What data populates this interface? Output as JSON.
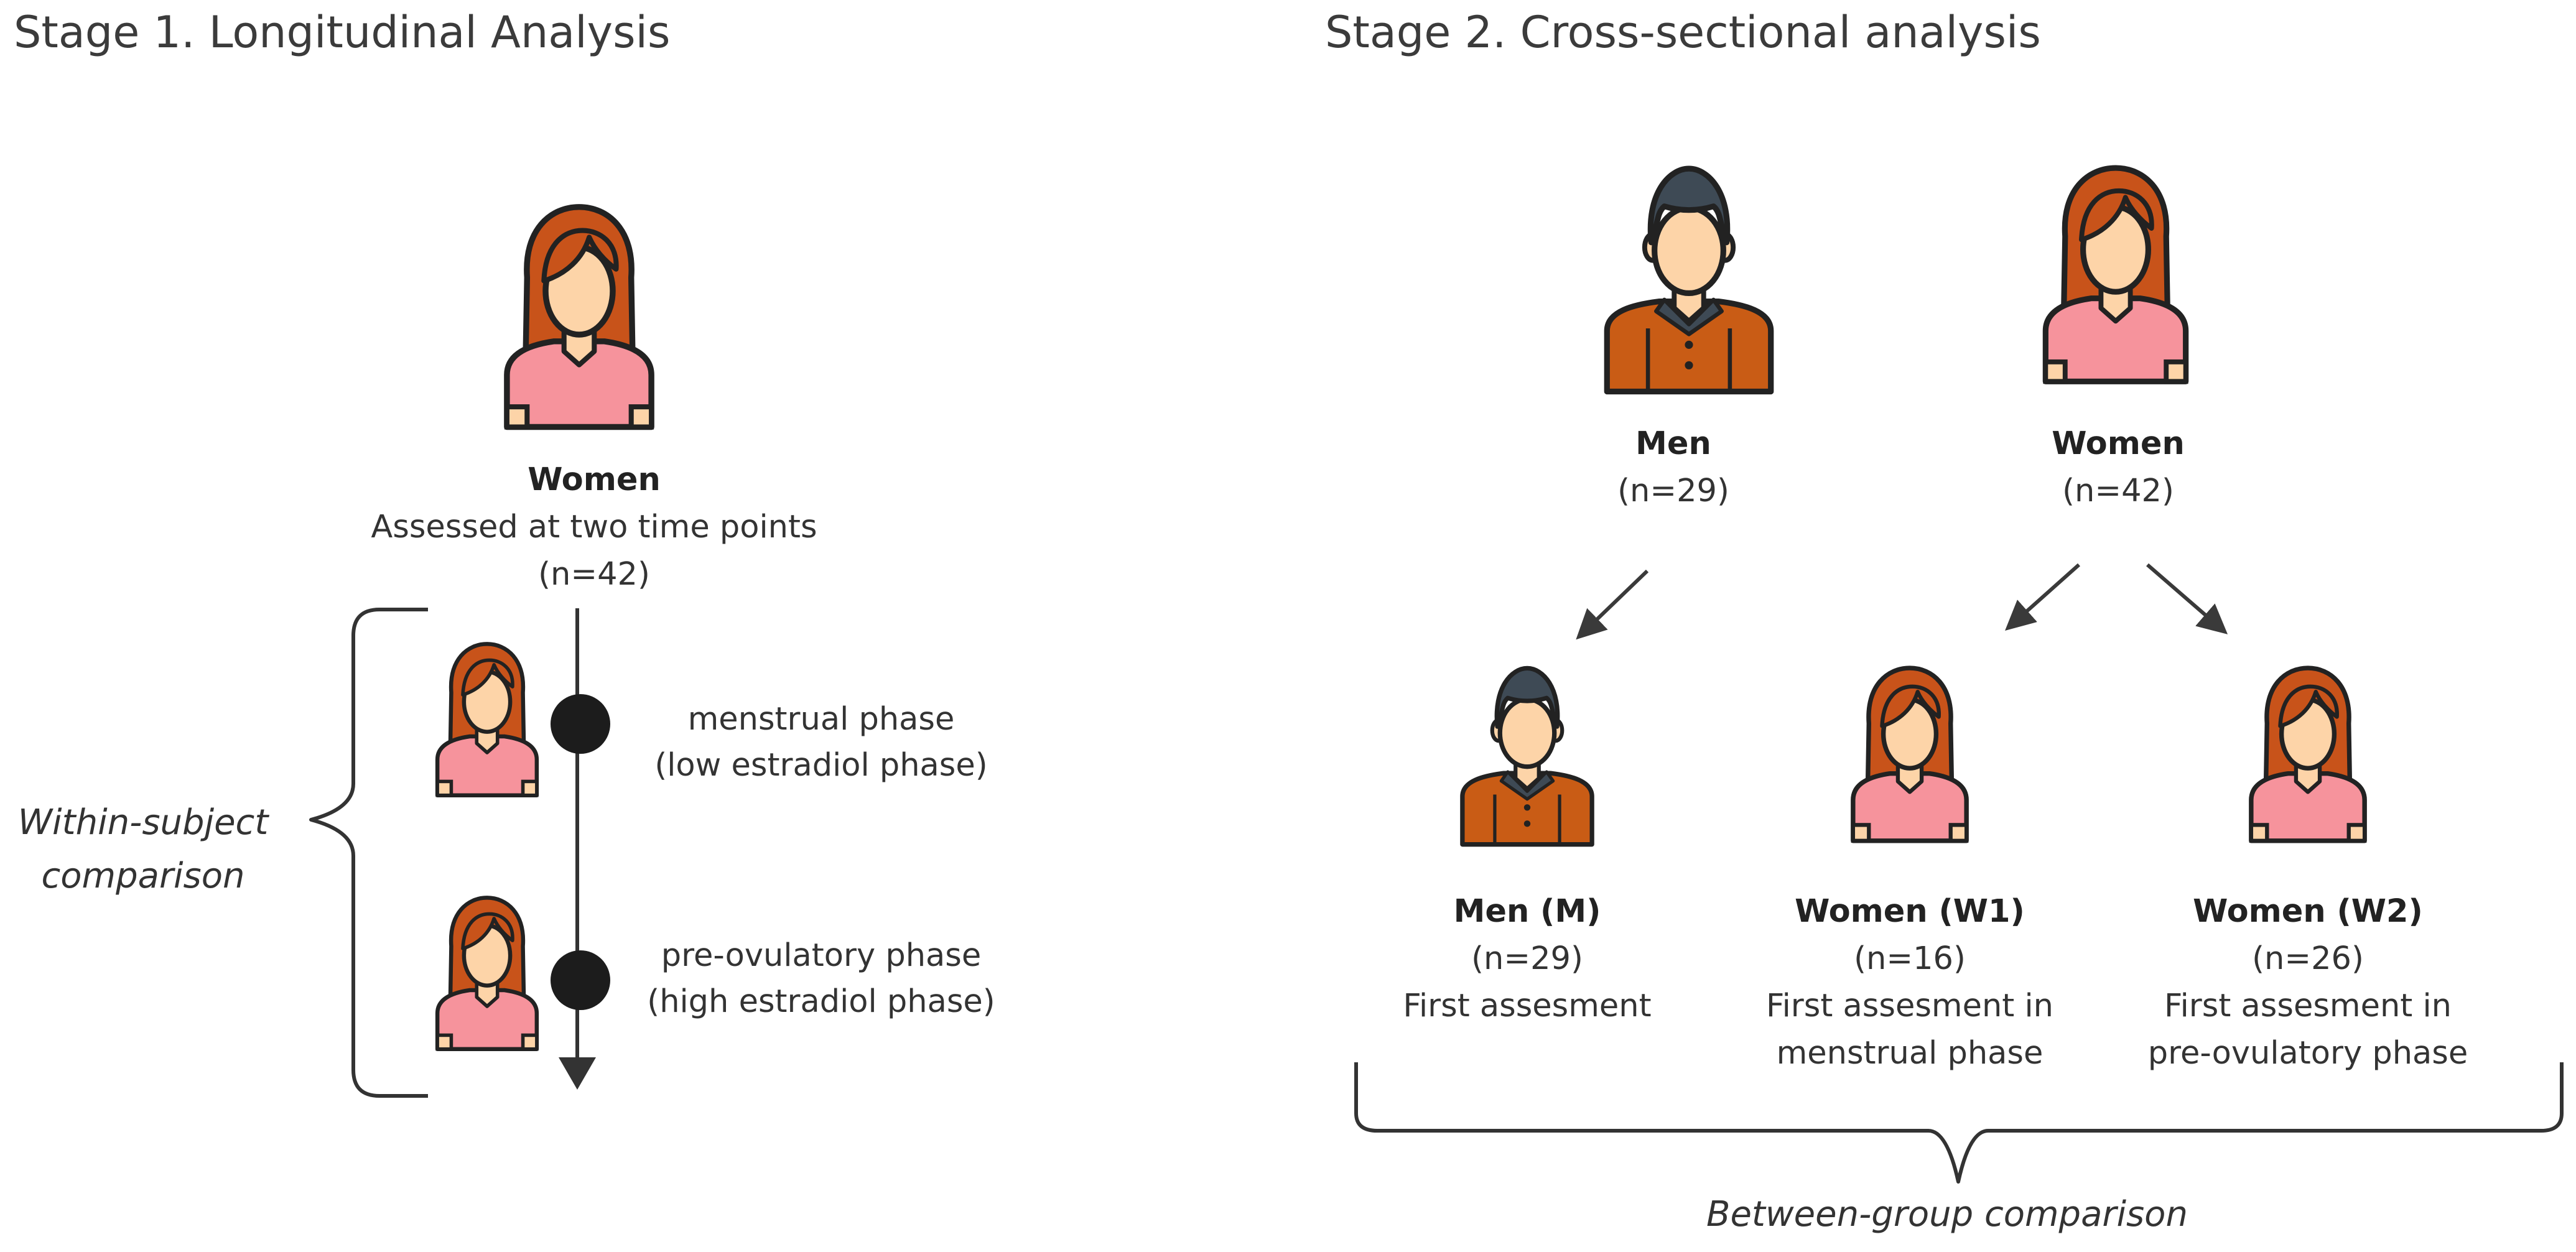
{
  "stage1": {
    "title": "Stage 1. Longitudinal Analysis",
    "women": {
      "label": "Women",
      "desc": "Assessed at two time points",
      "n": "(n=42)"
    },
    "phase1": {
      "line1": "menstrual phase",
      "line2": "(low estradiol phase)"
    },
    "phase2": {
      "line1": "pre-ovulatory phase",
      "line2": "(high estradiol phase)"
    },
    "comparison": {
      "line1": "Within-subject",
      "line2": "comparison"
    }
  },
  "stage2": {
    "title": "Stage 2. Cross-sectional analysis",
    "men_top": {
      "label": "Men",
      "n": "(n=29)"
    },
    "women_top": {
      "label": "Women",
      "n": "(n=42)"
    },
    "men_group": {
      "label": "Men (M)",
      "n": "(n=29)",
      "desc1": "First assesment"
    },
    "w1_group": {
      "label": "Women (W1)",
      "n": "(n=16)",
      "desc1": "First assesment in",
      "desc2": "menstrual phase"
    },
    "w2_group": {
      "label": "Women (W2)",
      "n": "(n=26)",
      "desc1": "First assesment in",
      "desc2": "pre-ovulatory phase"
    },
    "comparison": "Between-group comparison"
  },
  "colors": {
    "hair_woman": "#c8531a",
    "skin": "#fdd4a8",
    "shirt_woman": "#f6939c",
    "hair_man": "#3e4a55",
    "shirt_man": "#c95c15",
    "outline": "#222222"
  }
}
